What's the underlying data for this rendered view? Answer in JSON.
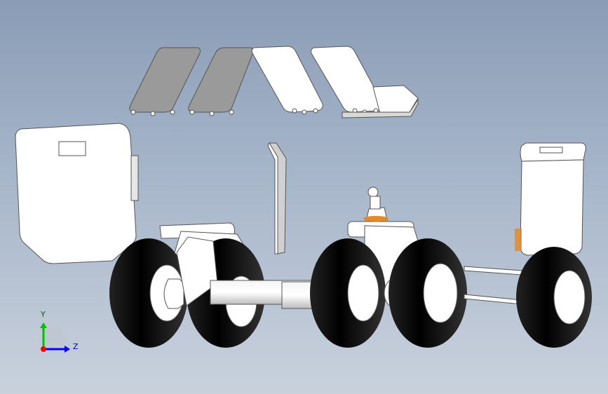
{
  "viewport": {
    "background_top": "#8a9cb6",
    "background_bottom": "#c9d1dd"
  },
  "model": {
    "part_fill": "#ffffff",
    "part_stroke": "#555555",
    "tire_color": "#111111",
    "shaded_panel_color": "#9a9a9a",
    "spring_color": "#e08a2a",
    "parts": [
      "fender-panel-1",
      "fender-panel-2",
      "fender-panel-3",
      "fender-panel-4",
      "fender-bracket",
      "door-panel-left",
      "vertical-bracket",
      "door-panel-right",
      "front-suspension",
      "axle",
      "front-wheels",
      "rear-bogie",
      "rear-wheels",
      "tie-rods"
    ]
  },
  "triad": {
    "y_label": "Y",
    "z_label": "Z",
    "y_color": "#00c000",
    "z_color": "#0000ff",
    "x_color": "#ff0000"
  }
}
